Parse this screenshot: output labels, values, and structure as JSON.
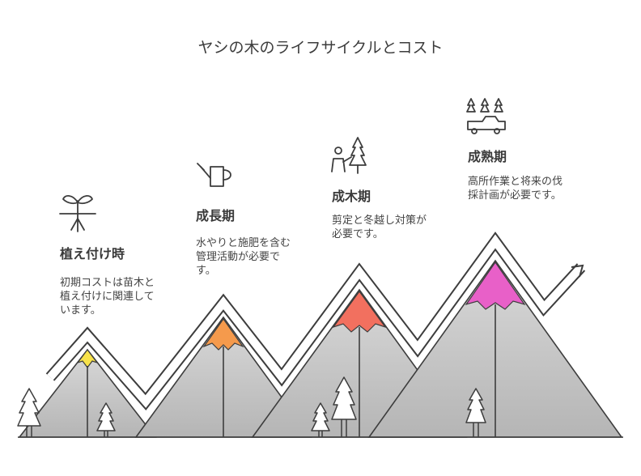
{
  "title": "ヤシの木のライフサイクルとコスト",
  "stages": [
    {
      "name": "植え付け時",
      "description": [
        "初期コストは苗木と",
        "植え付けに関連して",
        "います。"
      ],
      "icon": "sprout-icon",
      "peak_color": "#f7e24a"
    },
    {
      "name": "成長期",
      "description": [
        "水やりと施肥を含む",
        "管理活動が必要で",
        "す。"
      ],
      "icon": "watering-can-icon",
      "peak_color": "#f59a4c"
    },
    {
      "name": "成木期",
      "description": [
        "剪定と冬越し対策が",
        "必要です。"
      ],
      "icon": "gardener-tree-icon",
      "peak_color": "#f2705f"
    },
    {
      "name": "成熟期",
      "description": [
        "高所作業と将来の伐",
        "採計画が必要です。"
      ],
      "icon": "truck-trees-icon",
      "peak_color": "#e860c8"
    }
  ],
  "colors": {
    "mountain_light": "#d9d9d9",
    "mountain_dark": "#b5b5b5",
    "outline": "#3d3d3d"
  }
}
